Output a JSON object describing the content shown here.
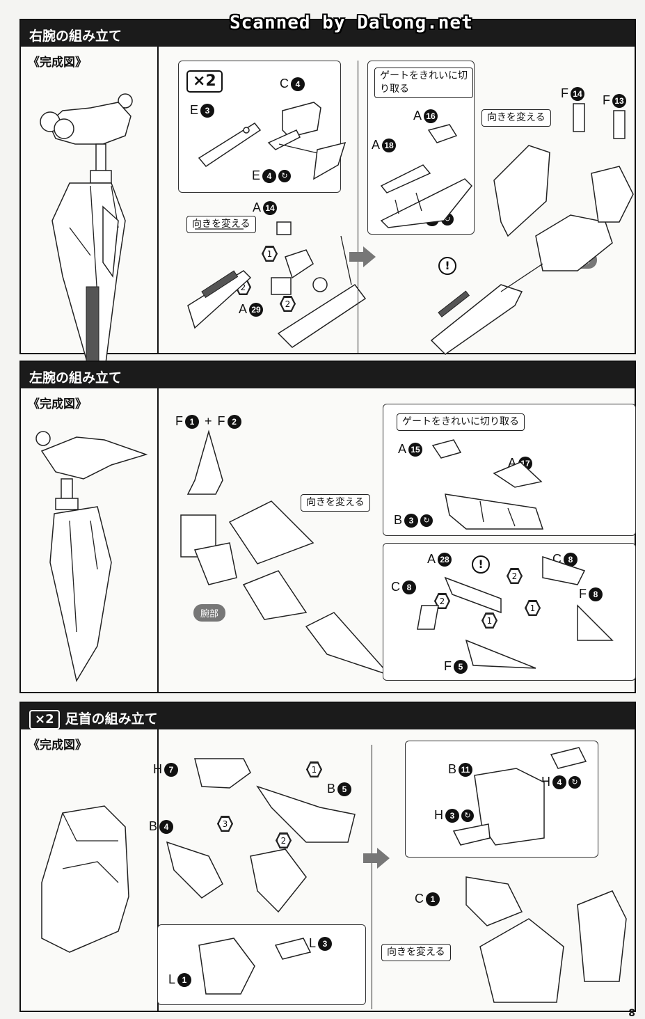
{
  "watermark": "Scanned by Dalong.net",
  "page_number": "8",
  "common": {
    "complete_label": "《完成図》",
    "turn_label": "向きを変える",
    "arm_label": "腕部",
    "x2": "×2",
    "plus": "+",
    "warn": "!"
  },
  "section1": {
    "title": "右腕の組み立て",
    "gate_note": "ゲートをきれいに切り取る",
    "parts": {
      "c4": "C",
      "e3": "E",
      "e4": "E",
      "a14": "A",
      "a29": "A",
      "a16": "A",
      "a18": "A",
      "b2": "B",
      "f14": "F",
      "f13": "F"
    },
    "numbers": {
      "c4": "4",
      "e3": "3",
      "e4": "4",
      "a14": "14",
      "a29": "29",
      "a16": "16",
      "a18": "18",
      "b2": "2",
      "f14": "14",
      "f13": "13"
    },
    "steps": {
      "s1": "1",
      "s2a": "2",
      "s2b": "2"
    }
  },
  "section2": {
    "title": "左腕の組み立て",
    "gate_note": "ゲートをきれいに切り取る",
    "parts": {
      "f1": "F",
      "f2": "F",
      "a15": "A",
      "a17": "A",
      "b3": "B",
      "a28": "A",
      "c8a": "C",
      "c8b": "C",
      "f8": "F",
      "f5": "F"
    },
    "numbers": {
      "f1": "1",
      "f2": "2",
      "a15": "15",
      "a17": "17",
      "b3": "3",
      "a28": "28",
      "c8a": "8",
      "c8b": "8",
      "f8": "8",
      "f5": "5"
    },
    "steps": {
      "s2a": "2",
      "s2b": "2",
      "s1a": "1",
      "s1b": "1"
    }
  },
  "section3": {
    "title": "足首の組み立て",
    "parts": {
      "h7": "H",
      "b5": "B",
      "b4": "B",
      "l3": "L",
      "l1": "L",
      "b11": "B",
      "h4": "H",
      "h3": "H",
      "c1": "C"
    },
    "numbers": {
      "h7": "7",
      "b5": "5",
      "b4": "4",
      "l3": "3",
      "l1": "1",
      "b11": "11",
      "h4": "4",
      "h3": "3",
      "c1": "1"
    },
    "steps": {
      "s1": "1",
      "s2": "2",
      "s3": "3"
    }
  }
}
